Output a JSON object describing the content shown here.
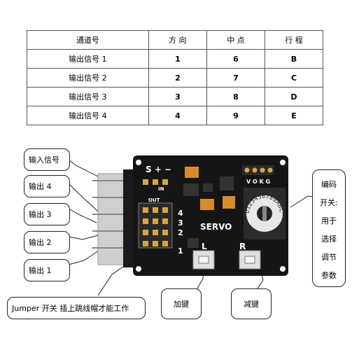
{
  "table": {
    "headers": [
      "通道号",
      "方 向",
      "中 点",
      "行 程"
    ],
    "rows": [
      [
        "输出信号 1",
        "1",
        "6",
        "B"
      ],
      [
        "输出信号 2",
        "2",
        "7",
        "C"
      ],
      [
        "输出信号 3",
        "3",
        "8",
        "D"
      ],
      [
        "输出信号 4",
        "4",
        "9",
        "E"
      ]
    ]
  },
  "labels": {
    "input": "输入信号",
    "out4": "输出 4",
    "out3": "输出 3",
    "out2": "输出 2",
    "out1": "输出 1",
    "jumper": "Jumper 开关  插上跳线帽才能工作",
    "add_key": "加键",
    "sub_key": "减键",
    "encoder_lines": [
      "编码",
      "开关:",
      "用于",
      "选择",
      "调节",
      "参数"
    ]
  },
  "board": {
    "s_plus_minus": "S + −",
    "vokg": "V O K G",
    "in": "IN",
    "out": "OUT",
    "servo": "SERVO",
    "l": "L",
    "r": "R",
    "dial": "0123456789ABCDEF",
    "channels": [
      "4",
      "3",
      "2",
      "1"
    ]
  }
}
